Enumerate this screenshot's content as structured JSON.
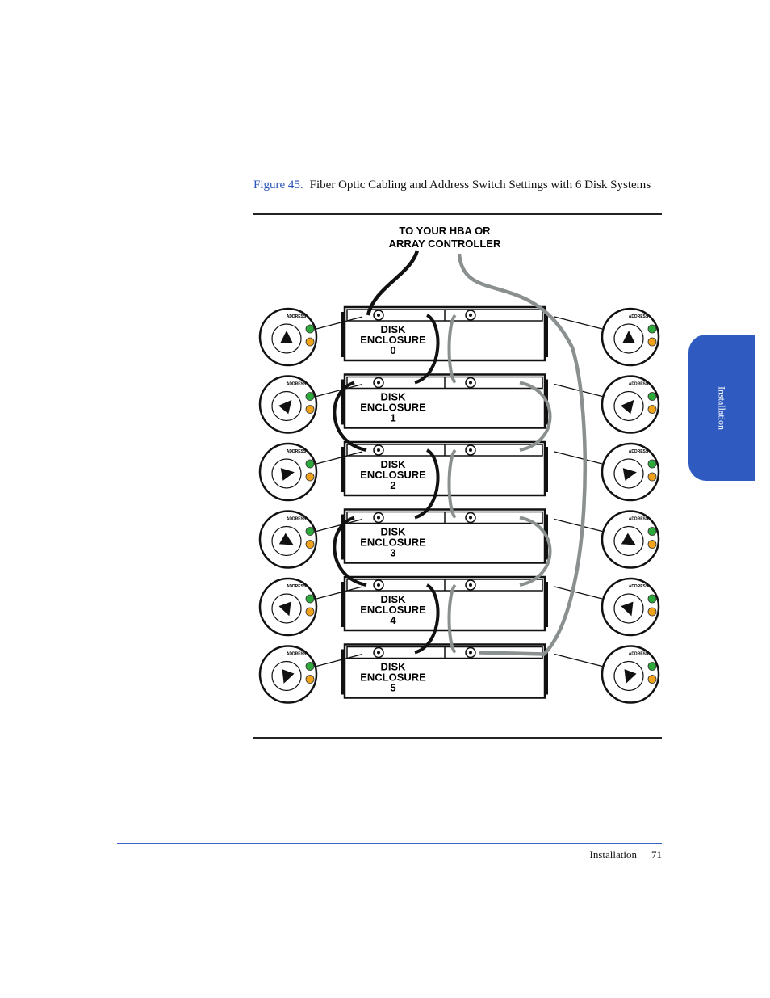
{
  "caption": {
    "figure_label": "Figure 45.",
    "text": "Fiber Optic Cabling and Address Switch Settings with 6 Disk Systems"
  },
  "diagram": {
    "hba_line1": "TO YOUR HBA OR",
    "hba_line2": "ARRAY CONTROLLER",
    "enclosure_word1": "DISK",
    "enclosure_word2": "ENCLOSURE",
    "enclosures": [
      "0",
      "1",
      "2",
      "3",
      "4",
      "5"
    ],
    "switch_label": "ADDRESS"
  },
  "side_tab": {
    "label": "Installation"
  },
  "footer": {
    "section": "Installation",
    "page": "71"
  },
  "colors": {
    "accent": "#2f5bc0",
    "figure_label": "#2b54b8",
    "cable_a": "#111111",
    "cable_b": "#8a8f8f"
  }
}
